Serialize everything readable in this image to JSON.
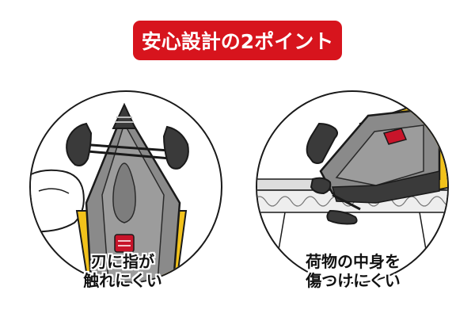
{
  "banner": {
    "text": "安心設計の2ポイント",
    "color": "#d7141d"
  },
  "points": [
    {
      "caption_line1": "刃に指が",
      "caption_line2": "触れにくい"
    },
    {
      "caption_line1": "荷物の中身を",
      "caption_line2": "傷つけにくい"
    }
  ],
  "colors": {
    "body": "#8a8a8a",
    "dark": "#3a3a3a",
    "accent_yellow": "#f2c21b",
    "slider_red": "#c8142a"
  }
}
